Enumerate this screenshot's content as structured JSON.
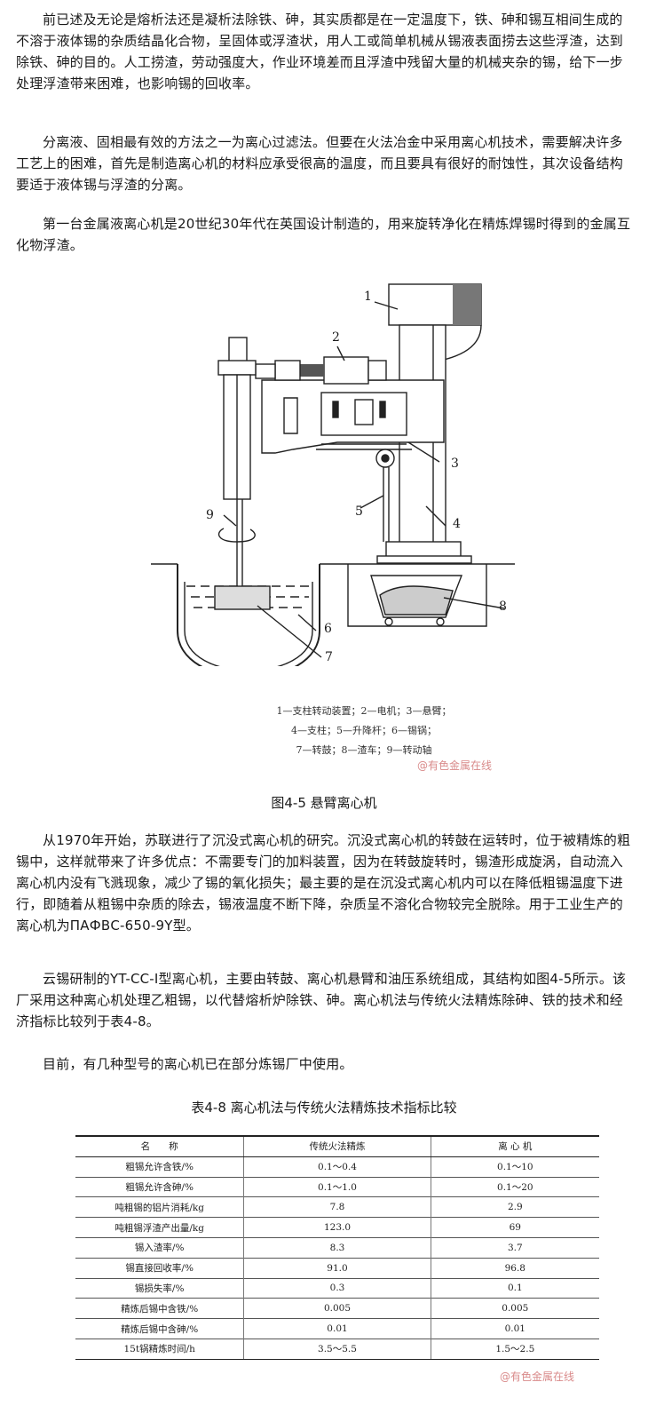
{
  "paragraphs": {
    "p1": "前已述及无论是熔析法还是凝析法除铁、砷，其实质都是在一定温度下，铁、砷和锡互相间生成的不溶于液体锡的杂质结晶化合物，呈固体或浮渣状，用人工或简单机械从锡液表面捞去这些浮渣，达到除铁、砷的目的。人工捞渣，劳动强度大，作业环境差而且浮渣中残留大量的机械夹杂的锡，给下一步处理浮渣带来困难，也影响锡的回收率。",
    "p2": "分离液、固相最有效的方法之一为离心过滤法。但要在火法冶金中采用离心机技术，需要解决许多工艺上的困难，首先是制造离心机的材料应承受很高的温度，而且要具有很好的耐蚀性，其次设备结构要适于液体锡与浮渣的分离。",
    "p3": "第一台金属液离心机是20世纪30年代在英国设计制造的，用来旋转净化在精炼焊锡时得到的金属互化物浮渣。",
    "p4": "从1970年开始，苏联进行了沉没式离心机的研究。沉没式离心机的转鼓在运转时，位于被精炼的粗锡中，这样就带来了许多优点：不需要专门的加料装置，因为在转鼓旋转时，锡渣形成旋涡，自动流入离心机内没有飞溅现象，减少了锡的氧化损失；最主要的是在沉没式离心机内可以在降低粗锡温度下进行，即随着从粗锡中杂质的除去，锡液温度不断下降，杂质呈不溶化合物较完全脱除。用于工业生产的离心机为ПАФВС-650-9Y型。",
    "p5": "云锡研制的YT-CC-I型离心机，主要由转鼓、离心机悬臂和油压系统组成，其结构如图4-5所示。该厂采用这种离心机处理乙粗锡，以代替熔析炉除铁、砷。离心机法与传统火法精炼除砷、铁的技术和经济指标比较列于表4-8。",
    "p6": "目前，有几种型号的离心机已在部分炼锡厂中使用。"
  },
  "figure": {
    "labels": [
      "1",
      "2",
      "3",
      "4",
      "5",
      "6",
      "7",
      "8",
      "9"
    ],
    "legend": [
      "1—支柱转动装置；2—电机；3—悬臂；",
      "4—支柱；5—升降杆；6—锡锅；",
      "7—转鼓；8—渣车；9—转动轴"
    ],
    "title": "图4-5  悬臂离心机",
    "watermark": "@有色金属在线"
  },
  "table": {
    "title": "表4-8  离心机法与传统火法精炼技术指标比较",
    "headers": [
      "名　　称",
      "传统火法精炼",
      "离 心 机"
    ],
    "rows": [
      [
        "粗锡允许含铁/%",
        "0.1～0.4",
        "0.1～10"
      ],
      [
        "粗锡允许含砷/%",
        "0.1～1.0",
        "0.1～20"
      ],
      [
        "吨粗锡的铝片消耗/kg",
        "7.8",
        "2.9"
      ],
      [
        "吨粗锡浮渣产出量/kg",
        "123.0",
        "69"
      ],
      [
        "锡入渣率/%",
        "8.3",
        "3.7"
      ],
      [
        "锡直接回收率/%",
        "91.0",
        "96.8"
      ],
      [
        "锡损失率/%",
        "0.3",
        "0.1"
      ],
      [
        "精炼后锡中含铁/%",
        "0.005",
        "0.005"
      ],
      [
        "精炼后锡中含砷/%",
        "0.01",
        "0.01"
      ],
      [
        "15t锅精炼时间/h",
        "3.5～5.5",
        "1.5～2.5"
      ]
    ],
    "watermark": "@有色金属在线"
  }
}
